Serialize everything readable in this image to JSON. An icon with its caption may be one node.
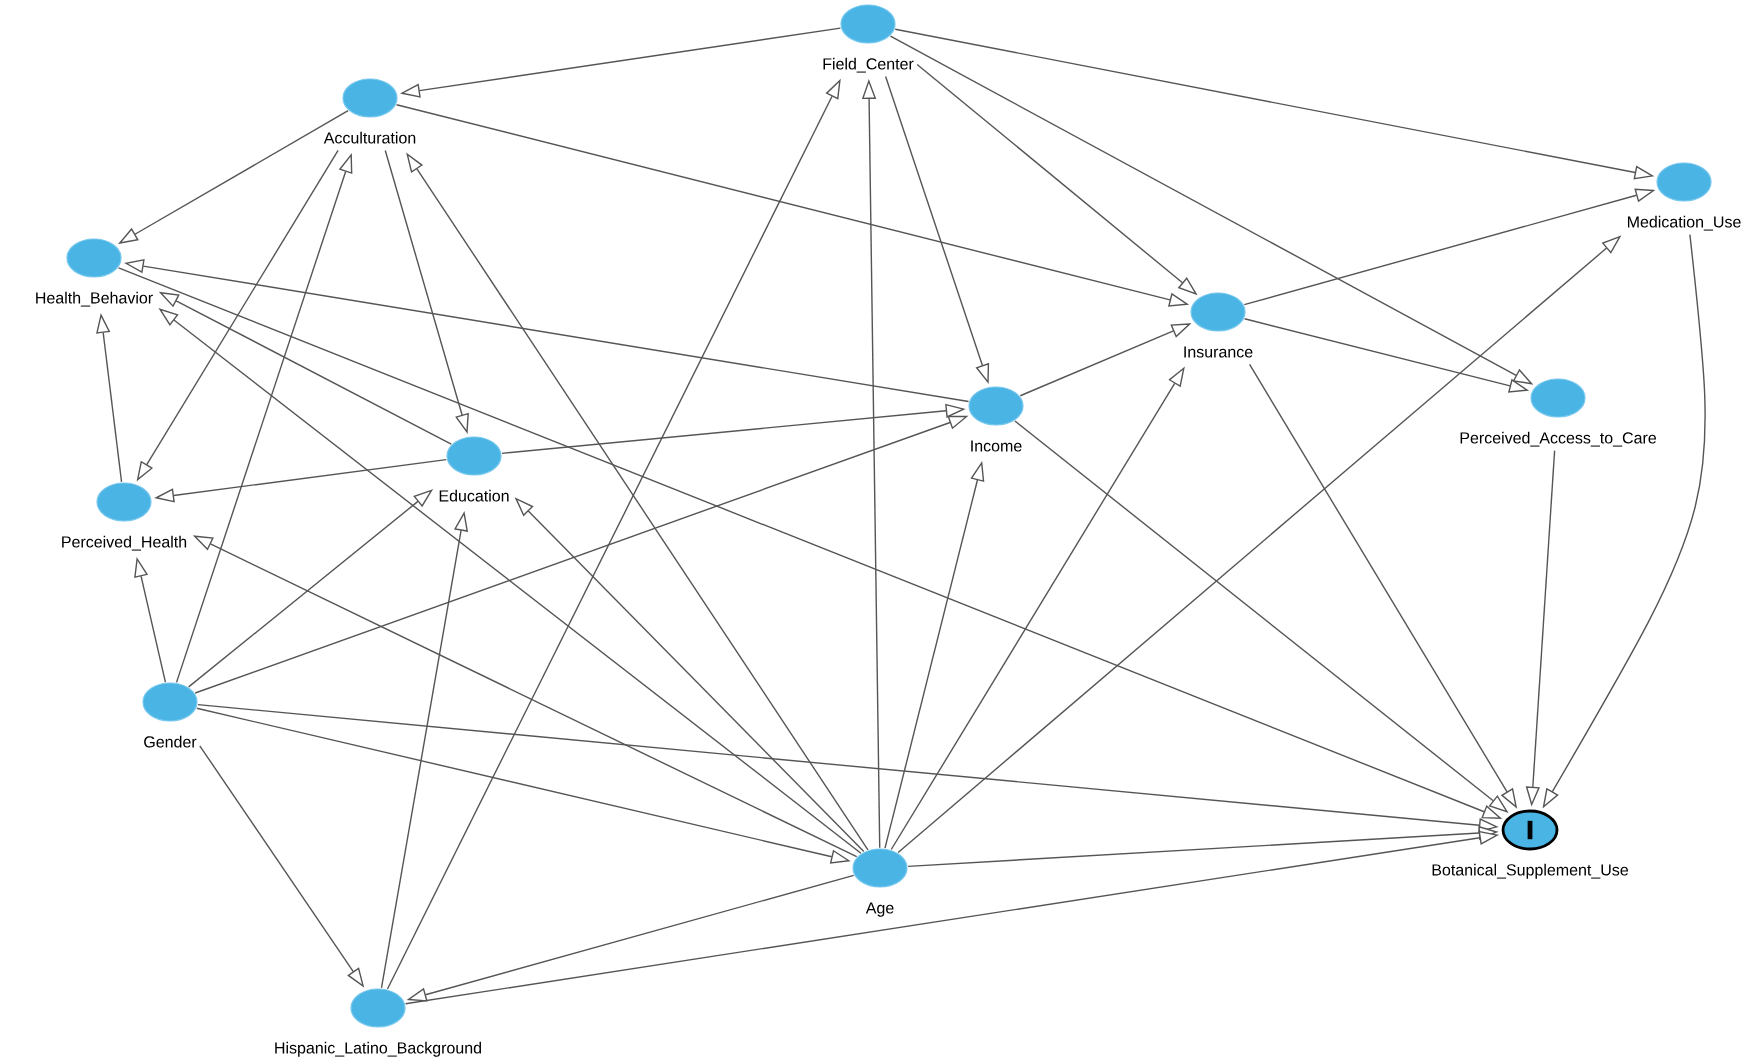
{
  "diagram": {
    "nodes": [
      {
        "text": [
          "Field_Center"
        ]
      },
      {
        "text": [
          "Acculturation"
        ]
      },
      {
        "text": [
          "Medication_Use"
        ]
      },
      {
        "text": [
          "Health_Behavior"
        ]
      },
      {
        "text": [
          "Insurance"
        ]
      },
      {
        "text": [
          "Income"
        ]
      },
      {
        "text": [
          "Perceived_Access_to_Care"
        ]
      },
      {
        "text": [
          "Education"
        ]
      },
      {
        "text": [
          "Perceived_Health"
        ]
      },
      {
        "text": [
          "Gender"
        ]
      },
      {
        "text": [
          "Age"
        ]
      },
      {
        "text": [
          "Botanical_Supplement_Use"
        ]
      },
      {
        "text": [
          "Hispanic_Latino_Background"
        ]
      }
    ],
    "edges": [
      {
        "from": 0,
        "to": 1,
        "arrow": "to"
      },
      {
        "from": 0,
        "to": 2,
        "arrow": "to"
      },
      {
        "from": 0,
        "to": 4,
        "arrow": "to"
      },
      {
        "from": 0,
        "to": 6,
        "arrow": "to"
      },
      {
        "from": 0,
        "to": 5,
        "arrow": "to"
      },
      {
        "from": 1,
        "to": 3,
        "arrow": "to"
      },
      {
        "from": 1,
        "to": 8,
        "arrow": "to"
      },
      {
        "from": 1,
        "to": 7,
        "arrow": "to"
      },
      {
        "from": 1,
        "to": 4,
        "arrow": "to"
      },
      {
        "from": 2,
        "to": 11,
        "arrow": "to"
      },
      {
        "from": 3,
        "to": 11,
        "arrow": "to"
      },
      {
        "from": 4,
        "to": 2,
        "arrow": "to"
      },
      {
        "from": 4,
        "to": 6,
        "arrow": "to"
      },
      {
        "from": 4,
        "to": 11,
        "arrow": "to"
      },
      {
        "from": 5,
        "to": 4,
        "arrow": "to"
      },
      {
        "from": 5,
        "to": 3,
        "arrow": "to"
      },
      {
        "from": 5,
        "to": 11,
        "arrow": "to"
      },
      {
        "from": 6,
        "to": 11,
        "arrow": "to"
      },
      {
        "from": 7,
        "to": 3,
        "arrow": "to"
      },
      {
        "from": 7,
        "to": 5,
        "arrow": "to"
      },
      {
        "from": 7,
        "to": 8,
        "arrow": "to"
      },
      {
        "from": 8,
        "to": 3,
        "arrow": "to"
      },
      {
        "from": 9,
        "to": 8,
        "arrow": "to"
      },
      {
        "from": 9,
        "to": 1,
        "arrow": "to"
      },
      {
        "from": 9,
        "to": 7,
        "arrow": "to"
      },
      {
        "from": 9,
        "to": 5,
        "arrow": "to"
      },
      {
        "from": 9,
        "to": 10,
        "arrow": "to"
      },
      {
        "from": 9,
        "to": 11,
        "arrow": "to"
      },
      {
        "from": 9,
        "to": 12,
        "arrow": "to"
      },
      {
        "from": 10,
        "to": 0,
        "arrow": "to"
      },
      {
        "from": 10,
        "to": 1,
        "arrow": "to"
      },
      {
        "from": 10,
        "to": 3,
        "arrow": "to"
      },
      {
        "from": 10,
        "to": 8,
        "arrow": "to"
      },
      {
        "from": 10,
        "to": 7,
        "arrow": "to"
      },
      {
        "from": 10,
        "to": 5,
        "arrow": "to"
      },
      {
        "from": 10,
        "to": 4,
        "arrow": "to"
      },
      {
        "from": 10,
        "to": 2,
        "arrow": "to"
      },
      {
        "from": 10,
        "to": 11,
        "arrow": "to"
      },
      {
        "from": 10,
        "to": 12,
        "arrow": "to"
      },
      {
        "from": 12,
        "to": 0,
        "arrow": "to"
      },
      {
        "from": 12,
        "to": 7,
        "arrow": "to"
      },
      {
        "from": 12,
        "to": 11,
        "arrow": "to"
      }
    ]
  }
}
